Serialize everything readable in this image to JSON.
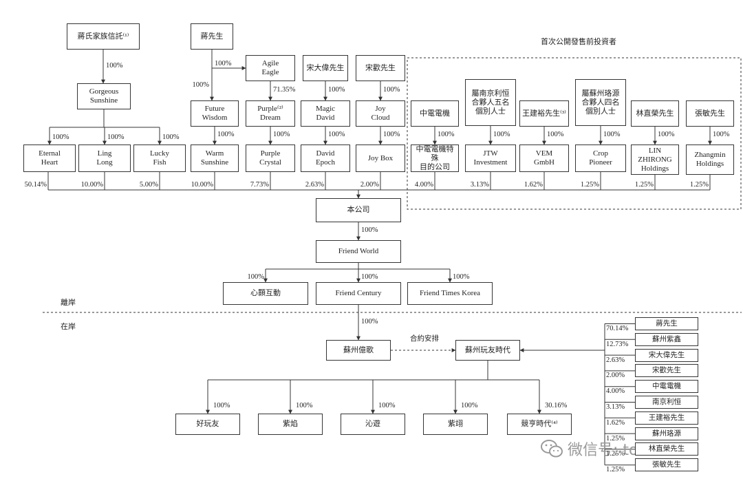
{
  "title": "首次公開發售前投資者",
  "sections": {
    "offshore": "離岸",
    "onshore": "在岸"
  },
  "contract_label": "合約安排",
  "watermark": "微信号: touchweb",
  "nodes": [
    {
      "id": "jiang_trust",
      "label": "蔣氏家族信託⁽¹⁾"
    },
    {
      "id": "jiang_sir",
      "label": "蔣先生"
    },
    {
      "id": "gorgeous",
      "label": "Gorgeous\nSunshine"
    },
    {
      "id": "agile",
      "label": "Agile\nEagle"
    },
    {
      "id": "song_dawei",
      "label": "宋大偉先生"
    },
    {
      "id": "song_huan",
      "label": "宋歡先生"
    },
    {
      "id": "future",
      "label": "Future\nWisdom"
    },
    {
      "id": "purple_dream",
      "label": "Purple⁽²⁾\nDream"
    },
    {
      "id": "magic",
      "label": "Magic\nDavid"
    },
    {
      "id": "joycloud",
      "label": "Joy\nCloud"
    },
    {
      "id": "eternal",
      "label": "Eternal\nHeart"
    },
    {
      "id": "ling",
      "label": "Ling\nLong"
    },
    {
      "id": "lucky",
      "label": "Lucky\nFish"
    },
    {
      "id": "warm",
      "label": "Warm\nSunshine"
    },
    {
      "id": "crystal",
      "label": "Purple\nCrystal"
    },
    {
      "id": "epoch",
      "label": "David\nEpoch"
    },
    {
      "id": "joybox",
      "label": "Joy Box"
    },
    {
      "id": "zdj",
      "label": "中電電機"
    },
    {
      "id": "nanjing",
      "label": "屬南京利恒\n合夥人五名\n個別人士"
    },
    {
      "id": "wang",
      "label": "王建裕先生⁽³⁾"
    },
    {
      "id": "suzhou_lr",
      "label": "屬蘇州珞源\n合夥人四名\n個別人士"
    },
    {
      "id": "lin",
      "label": "林直榮先生"
    },
    {
      "id": "zhang",
      "label": "張敏先生"
    },
    {
      "id": "zdj_spv",
      "label": "中電電機特殊\n目的公司"
    },
    {
      "id": "jtw",
      "label": "JTW\nInvestment"
    },
    {
      "id": "vem",
      "label": "VEM\nGmbH"
    },
    {
      "id": "crop",
      "label": "Crop\nPioneer"
    },
    {
      "id": "linz",
      "label": "LIN\nZHIRONG\nHoldings"
    },
    {
      "id": "zhangmin_h",
      "label": "Zhangmin\nHoldings"
    },
    {
      "id": "company",
      "label": "本公司"
    },
    {
      "id": "friendworld",
      "label": "Friend World"
    },
    {
      "id": "xinhao",
      "label": "心顥互動"
    },
    {
      "id": "century",
      "label": "Friend Century"
    },
    {
      "id": "korea",
      "label": "Friend Times Korea"
    },
    {
      "id": "yige",
      "label": "蘇州億歌"
    },
    {
      "id": "wanyou",
      "label": "蘇州玩友時代"
    },
    {
      "id": "haowanyou",
      "label": "好玩友"
    },
    {
      "id": "ziyan",
      "label": "紫焰"
    },
    {
      "id": "qinyou",
      "label": "沁遊"
    },
    {
      "id": "zixiang",
      "label": "紫翊"
    },
    {
      "id": "jingheng",
      "label": "競亨時代⁽⁴⁾"
    },
    {
      "id": "sh_jiang",
      "label": "蔣先生"
    },
    {
      "id": "sh_zixin",
      "label": "蘇州紫鑫"
    },
    {
      "id": "sh_songdawei",
      "label": "宋大偉先生"
    },
    {
      "id": "sh_songhuan",
      "label": "宋歡先生"
    },
    {
      "id": "sh_zdj",
      "label": "中電電機"
    },
    {
      "id": "sh_nanjing",
      "label": "南京利恒"
    },
    {
      "id": "sh_wang",
      "label": "王建裕先生"
    },
    {
      "id": "sh_suzhouly",
      "label": "蘇州珞源"
    },
    {
      "id": "sh_lin",
      "label": "林直榮先生"
    },
    {
      "id": "sh_zhang",
      "label": "張敏先生"
    }
  ],
  "edges": [
    {
      "from": "jiang_trust",
      "to": "gorgeous",
      "label": "100%"
    },
    {
      "from": "jiang_sir",
      "to": "future",
      "label": "100%"
    },
    {
      "from": "jiang_sir",
      "to": "agile",
      "label": "100%"
    },
    {
      "from": "agile",
      "to": "purple_dream",
      "label": "71.35%"
    },
    {
      "from": "song_dawei",
      "to": "magic",
      "label": "100%"
    },
    {
      "from": "song_huan",
      "to": "joycloud",
      "label": "100%"
    },
    {
      "from": "gorgeous",
      "to": "eternal",
      "label": "100%"
    },
    {
      "from": "gorgeous",
      "to": "ling",
      "label": "100%"
    },
    {
      "from": "gorgeous",
      "to": "lucky",
      "label": "100%"
    },
    {
      "from": "future",
      "to": "warm",
      "label": "100%"
    },
    {
      "from": "purple_dream",
      "to": "crystal",
      "label": "100%"
    },
    {
      "from": "magic",
      "to": "epoch",
      "label": "100%"
    },
    {
      "from": "joycloud",
      "to": "joybox",
      "label": "100%"
    },
    {
      "from": "zdj",
      "to": "zdj_spv",
      "label": "100%"
    },
    {
      "from": "nanjing",
      "to": "jtw",
      "label": "100%"
    },
    {
      "from": "wang",
      "to": "vem",
      "label": "100%"
    },
    {
      "from": "suzhou_lr",
      "to": "crop",
      "label": "100%"
    },
    {
      "from": "lin",
      "to": "linz",
      "label": "100%"
    },
    {
      "from": "zhang",
      "to": "zhangmin_h",
      "label": "100%"
    },
    {
      "from": "eternal",
      "to": "company",
      "label": "50.14%"
    },
    {
      "from": "ling",
      "to": "company",
      "label": "10.00%"
    },
    {
      "from": "lucky",
      "to": "company",
      "label": "5.00%"
    },
    {
      "from": "warm",
      "to": "company",
      "label": "10.00%"
    },
    {
      "from": "crystal",
      "to": "company",
      "label": "7.73%"
    },
    {
      "from": "epoch",
      "to": "company",
      "label": "2.63%"
    },
    {
      "from": "joybox",
      "to": "company",
      "label": "2.00%"
    },
    {
      "from": "zdj_spv",
      "to": "company",
      "label": "4.00%"
    },
    {
      "from": "jtw",
      "to": "company",
      "label": "3.13%"
    },
    {
      "from": "vem",
      "to": "company",
      "label": "1.62%"
    },
    {
      "from": "crop",
      "to": "company",
      "label": "1.25%"
    },
    {
      "from": "linz",
      "to": "company",
      "label": "1.25%"
    },
    {
      "from": "zhangmin_h",
      "to": "company",
      "label": "1.25%"
    },
    {
      "from": "company",
      "to": "friendworld",
      "label": "100%"
    },
    {
      "from": "friendworld",
      "to": "xinhao",
      "label": "100%"
    },
    {
      "from": "friendworld",
      "to": "century",
      "label": "100%"
    },
    {
      "from": "friendworld",
      "to": "korea",
      "label": "100%"
    },
    {
      "from": "century",
      "to": "yige",
      "label": "100%"
    },
    {
      "from": "yige",
      "to": "wanyou",
      "label": "合約安排"
    },
    {
      "from": "wanyou",
      "to": "haowanyou",
      "label": "100%"
    },
    {
      "from": "wanyou",
      "to": "ziyan",
      "label": "100%"
    },
    {
      "from": "wanyou",
      "to": "qinyou",
      "label": "100%"
    },
    {
      "from": "wanyou",
      "to": "zixiang",
      "label": "100%"
    },
    {
      "from": "wanyou",
      "to": "jingheng",
      "label": "30.16%"
    },
    {
      "from": "sh_jiang",
      "to": "wanyou",
      "label": "70.14%"
    },
    {
      "from": "sh_zixin",
      "to": "wanyou",
      "label": "12.73%"
    },
    {
      "from": "sh_songdawei",
      "to": "wanyou",
      "label": "2.63%"
    },
    {
      "from": "sh_songhuan",
      "to": "wanyou",
      "label": "2.00%"
    },
    {
      "from": "sh_zdj",
      "to": "wanyou",
      "label": "4.00%"
    },
    {
      "from": "sh_nanjing",
      "to": "wanyou",
      "label": "3.13%"
    },
    {
      "from": "sh_wang",
      "to": "wanyou",
      "label": "1.62%"
    },
    {
      "from": "sh_suzhouly",
      "to": "wanyou",
      "label": "1.25%"
    },
    {
      "from": "sh_lin",
      "to": "wanyou",
      "label": "1.25%"
    },
    {
      "from": "sh_zhang",
      "to": "wanyou",
      "label": "1.25%"
    }
  ]
}
